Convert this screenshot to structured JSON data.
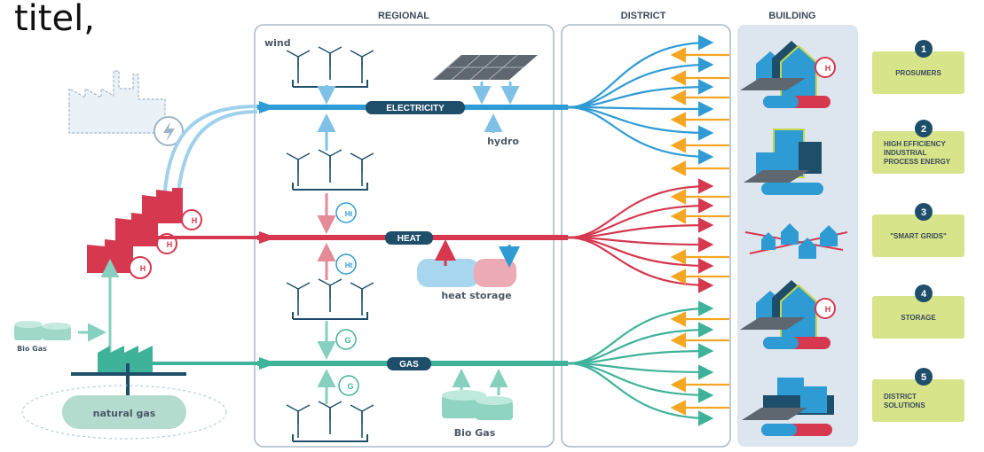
{
  "title": "titel,",
  "headers": {
    "regional": "REGIONAL",
    "district": "DISTRICT",
    "building": "BUILDING"
  },
  "buses": {
    "electricity": "ELECTRICITY",
    "heat": "HEAT",
    "gas": "GAS"
  },
  "labels": {
    "wind": "wind",
    "hydro": "hydro",
    "heat_storage": "heat storage",
    "bio_gas_regional": "Bio Gas",
    "bio_gas_source": "Bio Gas",
    "natural_gas": "natural gas",
    "chp_badge": "H",
    "ht_badge": "Ht",
    "g_badge": "G"
  },
  "legend": [
    {
      "num": "1",
      "lines": [
        "PROSUMERS"
      ]
    },
    {
      "num": "2",
      "lines": [
        "HIGH EFFICIENCY",
        "INDUSTRIAL",
        "PROCESS ENERGY"
      ]
    },
    {
      "num": "3",
      "lines": [
        "\"SMART GRIDS\""
      ]
    },
    {
      "num": "4",
      "lines": [
        "STORAGE"
      ]
    },
    {
      "num": "5",
      "lines": [
        "DISTRICT",
        "SOLUTIONS"
      ]
    }
  ],
  "colors": {
    "electricity": "#2f9bd4",
    "heat": "#d5384f",
    "gas": "#3fb29a",
    "return_flow": "#f5a623",
    "legend_box": "#d7e48a",
    "legend_num": "#1f4e6b",
    "panel_border": "#a9b9c8",
    "building_panel": "#dde6ef"
  }
}
